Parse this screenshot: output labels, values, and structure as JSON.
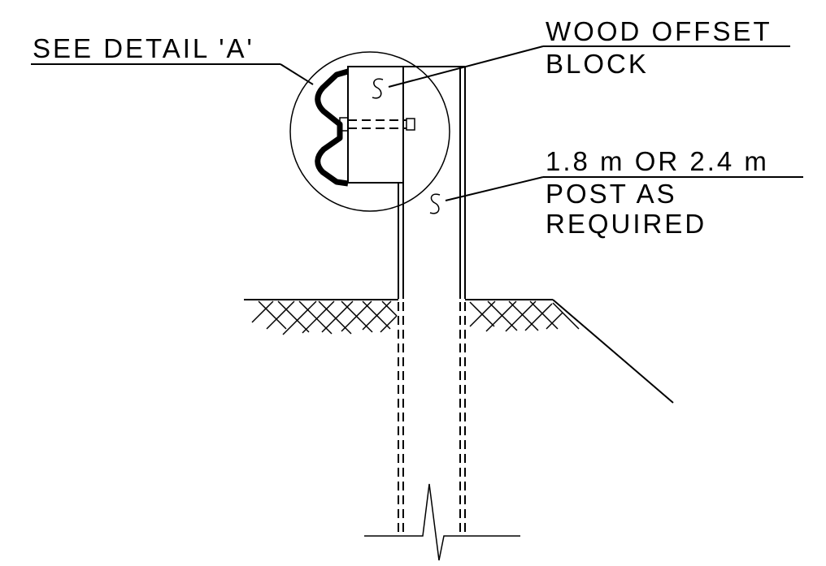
{
  "labels": {
    "see_detail": "SEE DETAIL 'A'",
    "wood_offset_line1": "WOOD OFFSET",
    "wood_offset_line2": "BLOCK",
    "post_line1": "1.8 m OR 2.4 m",
    "post_line2": "POST AS",
    "post_line3": "REQUIRED"
  },
  "colors": {
    "ink": "#000000",
    "paper": "#ffffff"
  },
  "icons": {
    "section_marker": "s-squiggle",
    "break_symbol": "zigzag-break"
  }
}
